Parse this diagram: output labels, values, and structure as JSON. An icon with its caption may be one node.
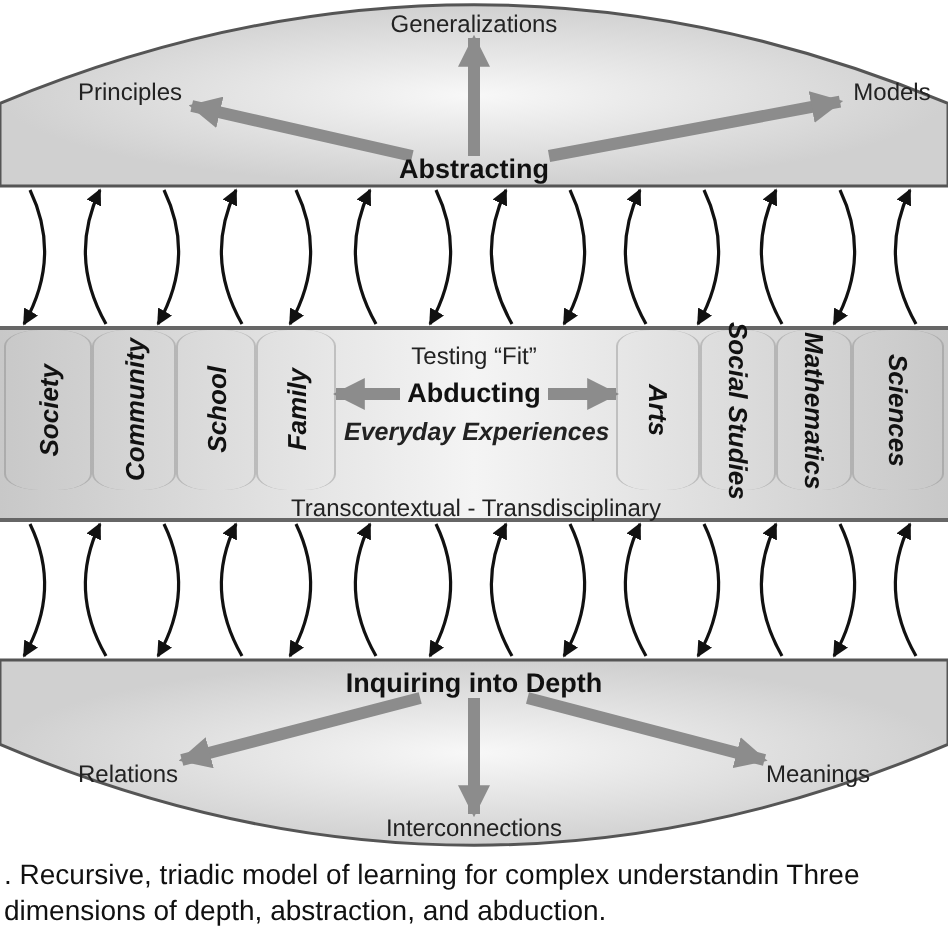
{
  "diagram": {
    "caption": ". Recursive, triadic model of learning for complex understandin Three dimensions of depth, abstraction, and abduction.",
    "nodes": [
      {
        "text": [],
        "shape": "ellipse"
      },
      {
        "text": [
          "Generalizations"
        ],
        "in": 0
      },
      {
        "text": [
          "Principles"
        ],
        "in": 0
      },
      {
        "text": [
          "Models"
        ],
        "in": 0
      },
      {
        "text": [
          "Abstracting"
        ],
        "in": 0
      },
      {
        "text": [
          "Testing “Fit”",
          "Transcontextual - Transdisciplinary"
        ]
      },
      {
        "text": [
          "Abducting"
        ],
        "in": 5
      },
      {
        "text": [
          "Society"
        ],
        "in": 5
      },
      {
        "text": [
          "Community"
        ],
        "in": 5
      },
      {
        "text": [
          "School"
        ],
        "in": 5
      },
      {
        "text": [
          "Family"
        ],
        "in": 5
      },
      {
        "text": [
          "Everyday Experiences"
        ],
        "in": 5
      },
      {
        "text": [
          "Arts"
        ],
        "in": 5
      },
      {
        "text": [
          "Social Studies"
        ],
        "in": 5
      },
      {
        "text": [
          "Mathematics"
        ],
        "in": 5
      },
      {
        "text": [
          "Sciences"
        ],
        "in": 5
      },
      {
        "text": [],
        "shape": "ellipse"
      },
      {
        "text": [
          "Inquiring into Depth"
        ],
        "in": 16
      },
      {
        "text": [
          "Relations"
        ],
        "in": 16
      },
      {
        "text": [
          "Meanings"
        ],
        "in": 16
      },
      {
        "text": [
          "Interconnections"
        ],
        "in": 16
      }
    ],
    "edges": [
      {
        "from": 4,
        "to": 1,
        "arrow": "to",
        "style": "thick",
        "color": "#8c8c8c"
      },
      {
        "from": 4,
        "to": 2,
        "arrow": "to",
        "style": "thick",
        "color": "#8c8c8c"
      },
      {
        "from": 4,
        "to": 3,
        "arrow": "to",
        "style": "thick",
        "color": "#8c8c8c"
      },
      {
        "from": 0,
        "to": 5,
        "arrow": "to"
      },
      {
        "from": 5,
        "to": 0,
        "arrow": "to"
      },
      {
        "from": 0,
        "to": 5,
        "arrow": "to"
      },
      {
        "from": 5,
        "to": 0,
        "arrow": "to"
      },
      {
        "from": 0,
        "to": 5,
        "arrow": "to"
      },
      {
        "from": 5,
        "to": 0,
        "arrow": "to"
      },
      {
        "from": 0,
        "to": 5,
        "arrow": "to"
      },
      {
        "from": 5,
        "to": 0,
        "arrow": "to"
      },
      {
        "from": 0,
        "to": 5,
        "arrow": "to"
      },
      {
        "from": 5,
        "to": 0,
        "arrow": "to"
      },
      {
        "from": 0,
        "to": 5,
        "arrow": "to"
      },
      {
        "from": 5,
        "to": 0,
        "arrow": "to"
      },
      {
        "from": 0,
        "to": 5,
        "arrow": "to"
      },
      {
        "from": 5,
        "to": 0,
        "arrow": "to"
      },
      {
        "from": 6,
        "to": 10,
        "arrow": "to",
        "style": "thick",
        "color": "#8c8c8c"
      },
      {
        "from": 6,
        "to": 12,
        "arrow": "to",
        "style": "thick",
        "color": "#8c8c8c"
      },
      {
        "from": 5,
        "to": 16,
        "arrow": "to"
      },
      {
        "from": 16,
        "to": 5,
        "arrow": "to"
      },
      {
        "from": 5,
        "to": 16,
        "arrow": "to"
      },
      {
        "from": 16,
        "to": 5,
        "arrow": "to"
      },
      {
        "from": 5,
        "to": 16,
        "arrow": "to"
      },
      {
        "from": 16,
        "to": 5,
        "arrow": "to"
      },
      {
        "from": 5,
        "to": 16,
        "arrow": "to"
      },
      {
        "from": 16,
        "to": 5,
        "arrow": "to"
      },
      {
        "from": 5,
        "to": 16,
        "arrow": "to"
      },
      {
        "from": 16,
        "to": 5,
        "arrow": "to"
      },
      {
        "from": 5,
        "to": 16,
        "arrow": "to"
      },
      {
        "from": 16,
        "to": 5,
        "arrow": "to"
      },
      {
        "from": 5,
        "to": 16,
        "arrow": "to"
      },
      {
        "from": 16,
        "to": 5,
        "arrow": "to"
      },
      {
        "from": 17,
        "to": 18,
        "arrow": "to",
        "style": "thick",
        "color": "#8c8c8c"
      },
      {
        "from": 17,
        "to": 20,
        "arrow": "to",
        "style": "thick",
        "color": "#8c8c8c"
      },
      {
        "from": 17,
        "to": 19,
        "arrow": "to",
        "style": "thick",
        "color": "#8c8c8c"
      }
    ]
  }
}
